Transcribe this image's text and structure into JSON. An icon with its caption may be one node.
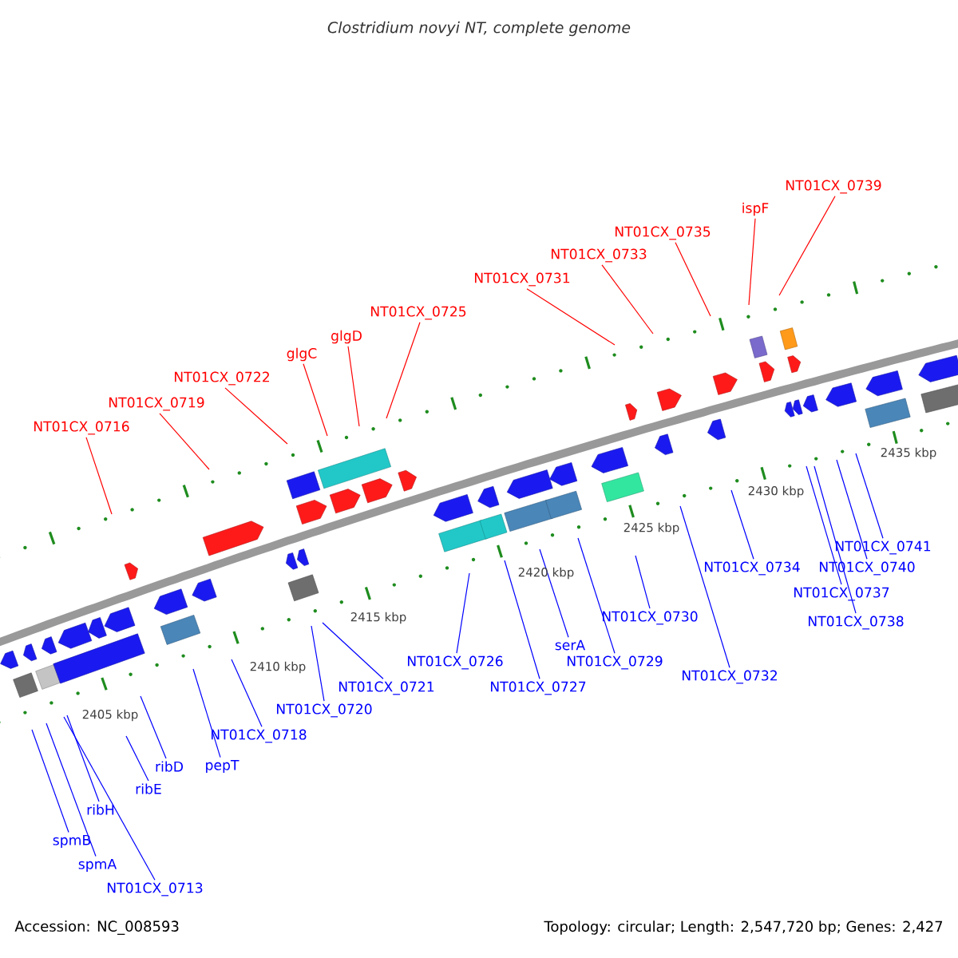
{
  "diagram": {
    "title": "Clostridium novyi NT, complete genome",
    "nodes": [
      {
        "text": [
          "NT01CX_0716"
        ]
      },
      {
        "text": [
          "NT01CX_0719"
        ]
      },
      {
        "text": [
          "NT01CX_0722"
        ]
      },
      {
        "text": [
          "glgC"
        ]
      },
      {
        "text": [
          "glgD"
        ]
      },
      {
        "text": [
          "NT01CX_0725"
        ]
      },
      {
        "text": [
          "NT01CX_0731"
        ]
      },
      {
        "text": [
          "NT01CX_0733"
        ]
      },
      {
        "text": [
          "NT01CX_0735"
        ]
      },
      {
        "text": [
          "ispF"
        ]
      },
      {
        "text": [
          "NT01CX_0739"
        ]
      },
      {
        "text": [
          "spmB"
        ]
      },
      {
        "text": [
          "spmA"
        ]
      },
      {
        "text": [
          "NT01CX_0713"
        ]
      },
      {
        "text": [
          "ribH"
        ]
      },
      {
        "text": [
          "ribE"
        ]
      },
      {
        "text": [
          "ribD"
        ]
      },
      {
        "text": [
          "pepT"
        ]
      },
      {
        "text": [
          "NT01CX_0718"
        ]
      },
      {
        "text": [
          "NT01CX_0720"
        ]
      },
      {
        "text": [
          "NT01CX_0721"
        ]
      },
      {
        "text": [
          "NT01CX_0726"
        ]
      },
      {
        "text": [
          "NT01CX_0727"
        ]
      },
      {
        "text": [
          "serA"
        ]
      },
      {
        "text": [
          "NT01CX_0729"
        ]
      },
      {
        "text": [
          "NT01CX_0730"
        ]
      },
      {
        "text": [
          "NT01CX_0732"
        ]
      },
      {
        "text": [
          "NT01CX_0734"
        ]
      },
      {
        "text": [
          "NT01CX_0737"
        ]
      },
      {
        "text": [
          "NT01CX_0738"
        ]
      },
      {
        "text": [
          "NT01CX_0740"
        ]
      },
      {
        "text": [
          "NT01CX_0741"
        ]
      }
    ],
    "edges": [
      {
        "from": 0,
        "to": null,
        "arrow": "none",
        "color": "#ff0000"
      },
      {
        "from": 1,
        "to": null,
        "arrow": "none",
        "color": "#ff0000"
      },
      {
        "from": 2,
        "to": null,
        "arrow": "none",
        "color": "#ff0000"
      },
      {
        "from": 3,
        "to": null,
        "arrow": "none",
        "color": "#ff0000"
      },
      {
        "from": 4,
        "to": null,
        "arrow": "none",
        "color": "#ff0000"
      },
      {
        "from": 5,
        "to": null,
        "arrow": "none",
        "color": "#ff0000"
      },
      {
        "from": 6,
        "to": null,
        "arrow": "none",
        "color": "#ff0000"
      },
      {
        "from": 7,
        "to": null,
        "arrow": "none",
        "color": "#ff0000"
      },
      {
        "from": 8,
        "to": null,
        "arrow": "none",
        "color": "#ff0000"
      },
      {
        "from": 9,
        "to": null,
        "arrow": "none",
        "color": "#ff0000"
      },
      {
        "from": 10,
        "to": null,
        "arrow": "none",
        "color": "#ff0000"
      },
      {
        "from": 11,
        "to": null,
        "arrow": "none"
      },
      {
        "from": 12,
        "to": null,
        "arrow": "none"
      },
      {
        "from": 13,
        "to": null,
        "arrow": "none"
      },
      {
        "from": 14,
        "to": null,
        "arrow": "none"
      },
      {
        "from": 15,
        "to": null,
        "arrow": "none"
      },
      {
        "from": 16,
        "to": null,
        "arrow": "none"
      },
      {
        "from": 17,
        "to": null,
        "arrow": "none"
      },
      {
        "from": 18,
        "to": null,
        "arrow": "none"
      },
      {
        "from": 19,
        "to": null,
        "arrow": "none"
      },
      {
        "from": 20,
        "to": null,
        "arrow": "none"
      },
      {
        "from": 21,
        "to": null,
        "arrow": "none"
      },
      {
        "from": 22,
        "to": null,
        "arrow": "none"
      },
      {
        "from": 23,
        "to": null,
        "arrow": "none"
      },
      {
        "from": 24,
        "to": null,
        "arrow": "none"
      },
      {
        "from": 25,
        "to": null,
        "arrow": "none"
      },
      {
        "from": 26,
        "to": null,
        "arrow": "none"
      },
      {
        "from": 27,
        "to": null,
        "arrow": "none"
      },
      {
        "from": 28,
        "to": null,
        "arrow": "none"
      },
      {
        "from": 29,
        "to": null,
        "arrow": "none"
      },
      {
        "from": 30,
        "to": null,
        "arrow": "none"
      },
      {
        "from": 31,
        "to": null,
        "arrow": "none"
      }
    ],
    "labels": [
      "2405 kbp",
      "2410 kbp",
      "2415 kbp",
      "2420 kbp",
      "2425 kbp",
      "2430 kbp",
      "2435 kbp",
      "Accession: NC_008593",
      "Topology: circular; Length: 2,547,720 bp; Genes: 2,427"
    ]
  }
}
